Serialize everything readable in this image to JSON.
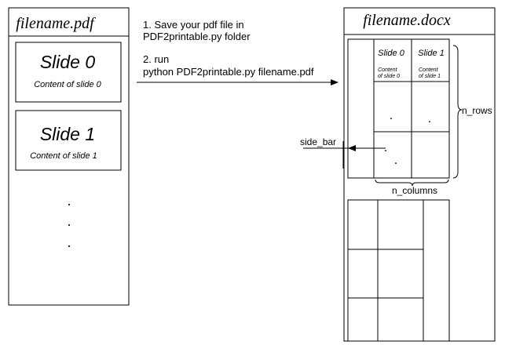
{
  "pdf": {
    "title": "filename.pdf",
    "slides": [
      {
        "title": "Slide 0",
        "content": "Content of slide 0"
      },
      {
        "title": "Slide 1",
        "content": "Content of slide 1"
      }
    ],
    "ellipsis": [
      "."
    ]
  },
  "instructions": {
    "step1_line1": "1. Save your pdf file in",
    "step1_line2": "PDF2printable.py folder",
    "step2_line1": "2. run",
    "step2_line2": "python PDF2printable.py filename.pdf"
  },
  "docx": {
    "title": "filename.docx",
    "cells": [
      {
        "title": "Slide 0",
        "content_line1": "Content",
        "content_line2": "of slide 0"
      },
      {
        "title": "Slide 1",
        "content_line1": "Content",
        "content_line2": "of slide 1"
      }
    ],
    "dot": ".",
    "labels": {
      "n_rows": "n_rows",
      "n_columns": "n_columns",
      "side_bar": "side_bar"
    }
  }
}
